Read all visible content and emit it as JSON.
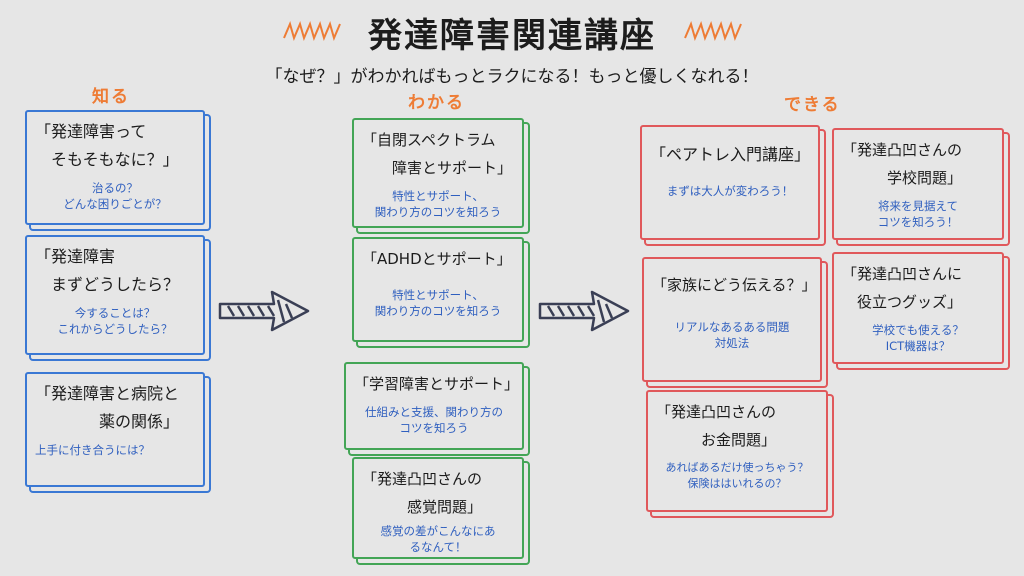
{
  "header": {
    "title": "発達障害関連講座",
    "subtitle": "「なぜ？」がわかればもっとラクになる！もっと優しくなれる！"
  },
  "columns": {
    "know": "知る",
    "understand": "わかる",
    "can": "できる"
  },
  "colors": {
    "know": "#3a78d4",
    "understand": "#43a556",
    "can": "#e0585b",
    "accent": "#ee7c35",
    "body_text": "#2f5fbf"
  },
  "know_cards": [
    {
      "title": "「発達障害って\n　そもそもなに？」",
      "body": "治るの？\nどんな困りごとが？"
    },
    {
      "title": "「発達障害\n　まずどうしたら？",
      "body": "今することは？\nこれからどうしたら？"
    },
    {
      "title": "「発達障害と病院と\n　　　　薬の関係」",
      "body": "上手に付き合うには？"
    }
  ],
  "understand_cards": [
    {
      "title": "「自閉スペクトラム\n　　障害とサポート」",
      "body": "特性とサポート、\n関わり方のコツを知ろう"
    },
    {
      "title": "「ADHDとサポート」",
      "body": "特性とサポート、\n関わり方のコツを知ろう"
    },
    {
      "title": "「学習障害とサポート」",
      "body": "仕組みと支援、関わり方の\nコツを知ろう"
    },
    {
      "title": "「発達凸凹さんの\n　　　感覚問題」",
      "body": "感覚の差がこんなにあ\nるなんて！"
    }
  ],
  "can_cards": [
    {
      "title": "「ペアトレ入門講座」",
      "body": "まずは大人が変わろう！"
    },
    {
      "title": "「発達凸凹さんの\n　　　学校問題」",
      "body": "将来を見据えて\nコツを知ろう！"
    },
    {
      "title": "「家族にどう伝える？」",
      "body": "リアルなあるある問題\n対処法"
    },
    {
      "title": "「発達凸凹さんに\n　役立つグッズ」",
      "body": "学校でも使える？\nICT機器は？"
    },
    {
      "title": "「発達凸凹さんの\n　　　お金問題」",
      "body": "あればあるだけ使っちゃう？\n保険ははいれるの？"
    }
  ]
}
